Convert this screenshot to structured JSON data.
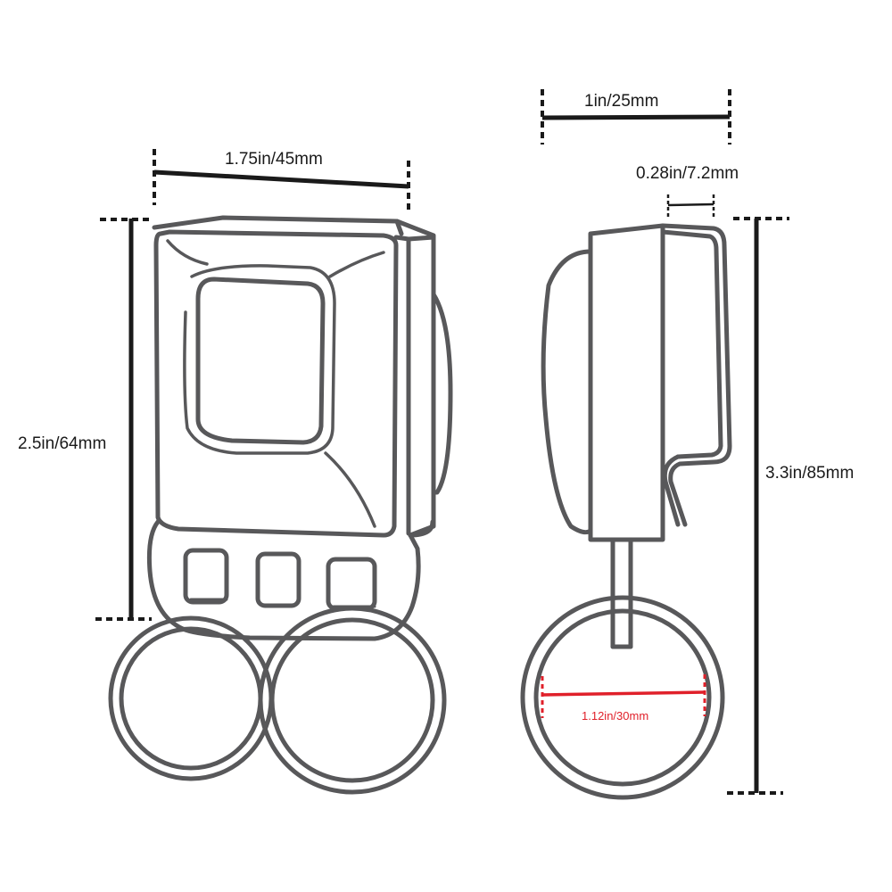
{
  "colors": {
    "outline": "#58585a",
    "dimension": "#1a1a1a",
    "accent_red": "#e0202a",
    "background": "#ffffff"
  },
  "front_view": {
    "width_label": "1.75in/45mm",
    "height_label": "2.5in/64mm"
  },
  "side_view": {
    "depth_label": "1in/25mm",
    "clip_gap_label": "0.28in/7.2mm",
    "total_height_label": "3.3in/85mm",
    "ring_diameter_label": "1.12in/30mm"
  }
}
